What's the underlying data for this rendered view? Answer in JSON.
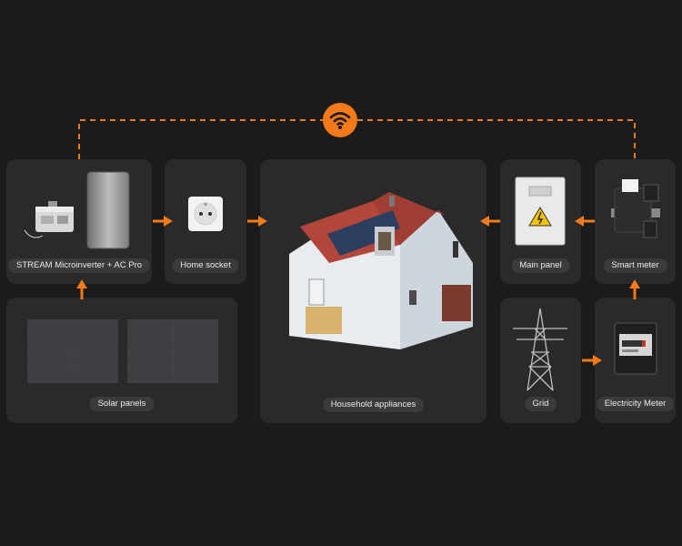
{
  "colors": {
    "accent": "#f27a1a",
    "card": "#2a2a2a",
    "background": "#1b1b1b"
  },
  "nodes": {
    "inverter": {
      "label": "STREAM Microinverter + AC Pro"
    },
    "socket": {
      "label": "Home socket"
    },
    "house": {
      "label": "Household appliances"
    },
    "panel": {
      "label": "Main panel"
    },
    "smart": {
      "label": "Smart meter"
    },
    "solar": {
      "label": "Solar panels"
    },
    "grid": {
      "label": "Grid"
    },
    "meter": {
      "label": "Electricity Meter"
    }
  },
  "icons": [
    "wifi-icon"
  ]
}
